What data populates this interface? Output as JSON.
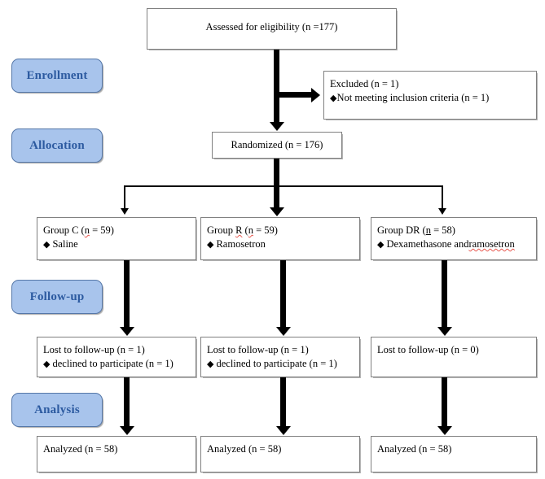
{
  "diagram": {
    "type": "consort-flow-diagram",
    "stages": [
      {
        "id": "enrollment",
        "label": "Enrollment"
      },
      {
        "id": "allocation",
        "label": "Allocation"
      },
      {
        "id": "followup",
        "label": "Follow-up"
      },
      {
        "id": "analysis",
        "label": "Analysis"
      }
    ],
    "stage_fill_color": "#A8C4EC",
    "stage_text_color": "#2C5AA0",
    "boxes": {
      "assessed": {
        "line1": "Assessed for eligibility (n =177)"
      },
      "excluded": {
        "line1": "Excluded (n = 1)",
        "bullet1": "Not meeting inclusion criteria (n = 1)"
      },
      "randomized": {
        "line1": "Randomized (n = 176)"
      },
      "group_c": {
        "title_a": "Group C (",
        "title_n": "n",
        "title_b": " = 59)",
        "bullet1": "Saline"
      },
      "group_r": {
        "title_a": "Group ",
        "title_r": "R",
        "title_mid": " (",
        "title_n": "n",
        "title_b": " = 59)",
        "bullet1": "Ramosetron"
      },
      "group_dr": {
        "title_a": "Group DR (",
        "title_n": "n",
        "title_b": " = 58)",
        "bullet1_a": "Dexamethasone and ",
        "bullet1_drug": "ramosetron"
      },
      "lost_c": {
        "line1": "Lost to follow-up (n = 1)",
        "bullet1": "declined to participate (n = 1)"
      },
      "lost_r": {
        "line1": "Lost to follow-up (n = 1)",
        "bullet1": "declined to participate (n = 1)"
      },
      "lost_dr": {
        "line1": "Lost to follow-up (n = 0)"
      },
      "analyzed_c": {
        "line1": "Analyzed (n = 58)"
      },
      "analyzed_r": {
        "line1": "Analyzed (n = 58)"
      },
      "analyzed_dr": {
        "line1": "Analyzed (n = 58)"
      }
    },
    "glyphs": {
      "diamond": "◆"
    },
    "counts": {
      "assessed": 177,
      "excluded": 1,
      "randomized": 176,
      "group_c_allocated": 59,
      "group_r_allocated": 59,
      "group_dr_allocated": 58,
      "group_c_lost": 1,
      "group_r_lost": 1,
      "group_dr_lost": 0,
      "group_c_analyzed": 58,
      "group_r_analyzed": 58,
      "group_dr_analyzed": 58
    }
  }
}
